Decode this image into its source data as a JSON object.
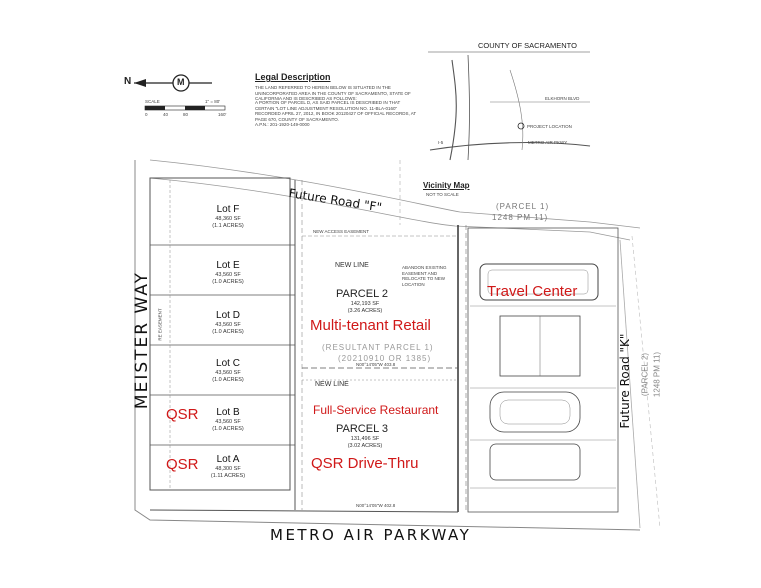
{
  "legal": {
    "title": "Legal Description",
    "para1": "THE LAND REFERRED TO HEREIN BELOW IS SITUATED IN THE UNINCORPORATED AREA IN THE COUNTY OF SACRAMENTO, STATE OF CALIFORNIA AND IS DESCRIBED AS FOLLOWS:",
    "para2": "A PORTION OF PARCEL D, AS SAID PARCEL IS DESCRIBED IN THAT CERTAIN \"LOT LINE ADJUSTMENT RESOLUTION NO. 11-BLA-0160\" RECORDED APRIL 27, 2012, IN BOOK 20120427 OF OFFICIAL RECORDS, AT PAGE 670, COUNTY OF SACRAMENTO.",
    "apn": "A.P.N.: 201-1920-149-0000"
  },
  "north_arrow": {
    "letter": "N",
    "circle_label": "M"
  },
  "scale": {
    "label": "SCALE",
    "ratio": "1\" = 80'",
    "ticks": [
      "0",
      "40",
      "80",
      "160'"
    ]
  },
  "vicinity": {
    "county": "COUNTY OF SACRAMENTO",
    "title": "Vicinity Map",
    "subtitle": "NOT TO SCALE",
    "labels": [
      "PROJECT LOCATION",
      "ELKHORN BLVD",
      "METRO AIR PKWY",
      "I-5"
    ]
  },
  "roads": {
    "meister": "MEISTER WAY",
    "metro": "METRO AIR PARKWAY",
    "future_f": "Future Road \"F\"",
    "future_k": "Future Road \"K\""
  },
  "parcel1_top": {
    "name": "(PARCEL 1)",
    "book": "1248 PM 11)"
  },
  "parcel21": {
    "name": "(PARCEL 2)",
    "book": "1248 PM 11)"
  },
  "lots": [
    {
      "name": "Lot F",
      "sf": "48,360 SF",
      "acres": "(1.1 ACRES)"
    },
    {
      "name": "Lot E",
      "sf": "43,560 SF",
      "acres": "(1.0 ACRES)"
    },
    {
      "name": "Lot D",
      "sf": "43,560 SF",
      "acres": "(1.0 ACRES)"
    },
    {
      "name": "Lot C",
      "sf": "43,560 SF",
      "acres": "(1.0 ACRES)"
    },
    {
      "name": "Lot B",
      "sf": "43,560 SF",
      "acres": "(1.0 ACRES)"
    },
    {
      "name": "Lot A",
      "sf": "48,300 SF",
      "acres": "(1.11 ACRES)"
    }
  ],
  "parcel2": {
    "name": "PARCEL 2",
    "sf": "142,193 SF",
    "acres": "(3.26 ACRES)"
  },
  "parcel3": {
    "name": "PARCEL 3",
    "sf": "131,496 SF",
    "acres": "(3.02 ACRES)"
  },
  "resultant": {
    "line1": "(RESULTANT PARCEL 1)",
    "line2": "(20210910 OR 1385)"
  },
  "annotations": {
    "new_line_1": "NEW LINE",
    "new_line_2": "NEW LINE",
    "access_easement": "NEW ACCESS EASEMENT",
    "abandon": "ABANDON EXISTING EASEMENT AND RELOCATE TO NEW LOCATION",
    "easement_side": "RE EASEMENT",
    "bearing_mid": "N00°14'05\"W 403.8",
    "bearing_bottom": "N00°14'05\"W 402.8"
  },
  "uses": {
    "travel_center": "Travel Center",
    "multi_tenant": "Multi-tenant Retail",
    "full_service": "Full-Service Restaurant",
    "qsr_drive": "QSR Drive-Thru",
    "qsr_b": "QSR",
    "qsr_a": "QSR"
  }
}
